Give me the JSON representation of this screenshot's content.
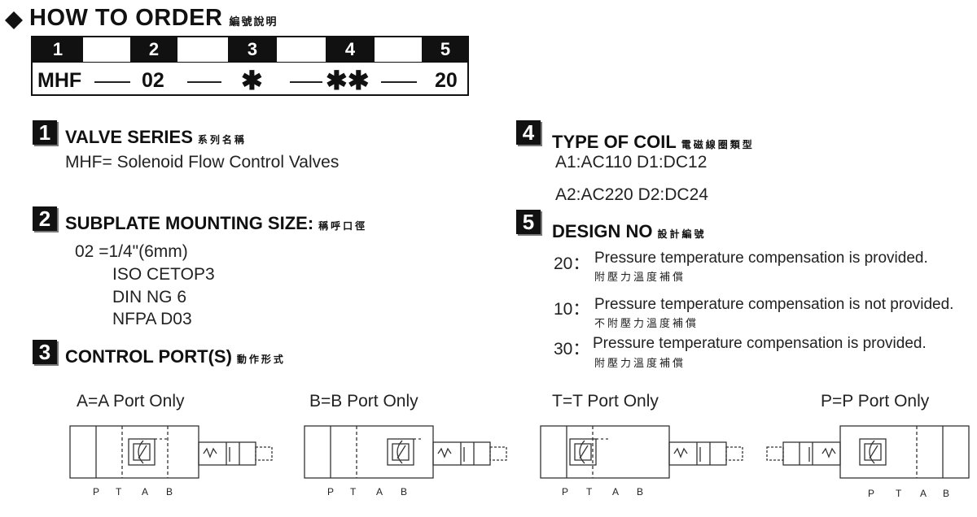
{
  "header": {
    "title": "HOW TO  ORDER",
    "subtitle": "編號說明"
  },
  "code": {
    "positions": [
      "1",
      "2",
      "3",
      "4",
      "5"
    ],
    "segments": [
      "MHF",
      "02",
      "✱",
      "✱✱",
      "20"
    ]
  },
  "sections": {
    "s1": {
      "num": "1",
      "title": "VALVE SERIES",
      "cn": "系列名稱",
      "lines": [
        "MHF= Solenoid Flow Control Valves"
      ]
    },
    "s2": {
      "num": "2",
      "title": "SUBPLATE MOUNTING SIZE:",
      "cn": "稱呼口徑",
      "lines": [
        "02 =1/4\"(6mm)",
        "ISO CETOP3",
        "DIN NG 6",
        "NFPA D03"
      ]
    },
    "s3": {
      "num": "3",
      "title": "CONTROL PORT(S)",
      "cn": "動作形式"
    },
    "s4": {
      "num": "4",
      "title": "TYPE OF COIL",
      "cn": "電磁線圈類型",
      "lines": [
        "A1:AC110  D1:DC12",
        "A2:AC220  D2:DC24"
      ]
    },
    "s5": {
      "num": "5",
      "title": "DESIGN NO",
      "cn": "設計編號",
      "items": [
        {
          "code": "20：",
          "text": "Pressure temperature compensation is provided.",
          "cn": "附壓力溫度補償"
        },
        {
          "code": "10：",
          "text": "Pressure temperature compensation is not provided.",
          "cn": "不附壓力溫度補償"
        },
        {
          "code": "30：",
          "text": "Pressure temperature compensation is provided.",
          "cn": "附壓力溫度補償"
        }
      ]
    }
  },
  "ports": [
    {
      "title": "A=A Port Only",
      "labels": [
        "P",
        "T",
        "A",
        "B"
      ]
    },
    {
      "title": "B=B Port Only",
      "labels": [
        "P",
        "T",
        "A",
        "B"
      ]
    },
    {
      "title": "T=T Port Only",
      "labels": [
        "P",
        "T",
        "A",
        "B"
      ]
    },
    {
      "title": "P=P Port Only",
      "labels": [
        "P",
        "T",
        "A",
        "B"
      ]
    }
  ]
}
